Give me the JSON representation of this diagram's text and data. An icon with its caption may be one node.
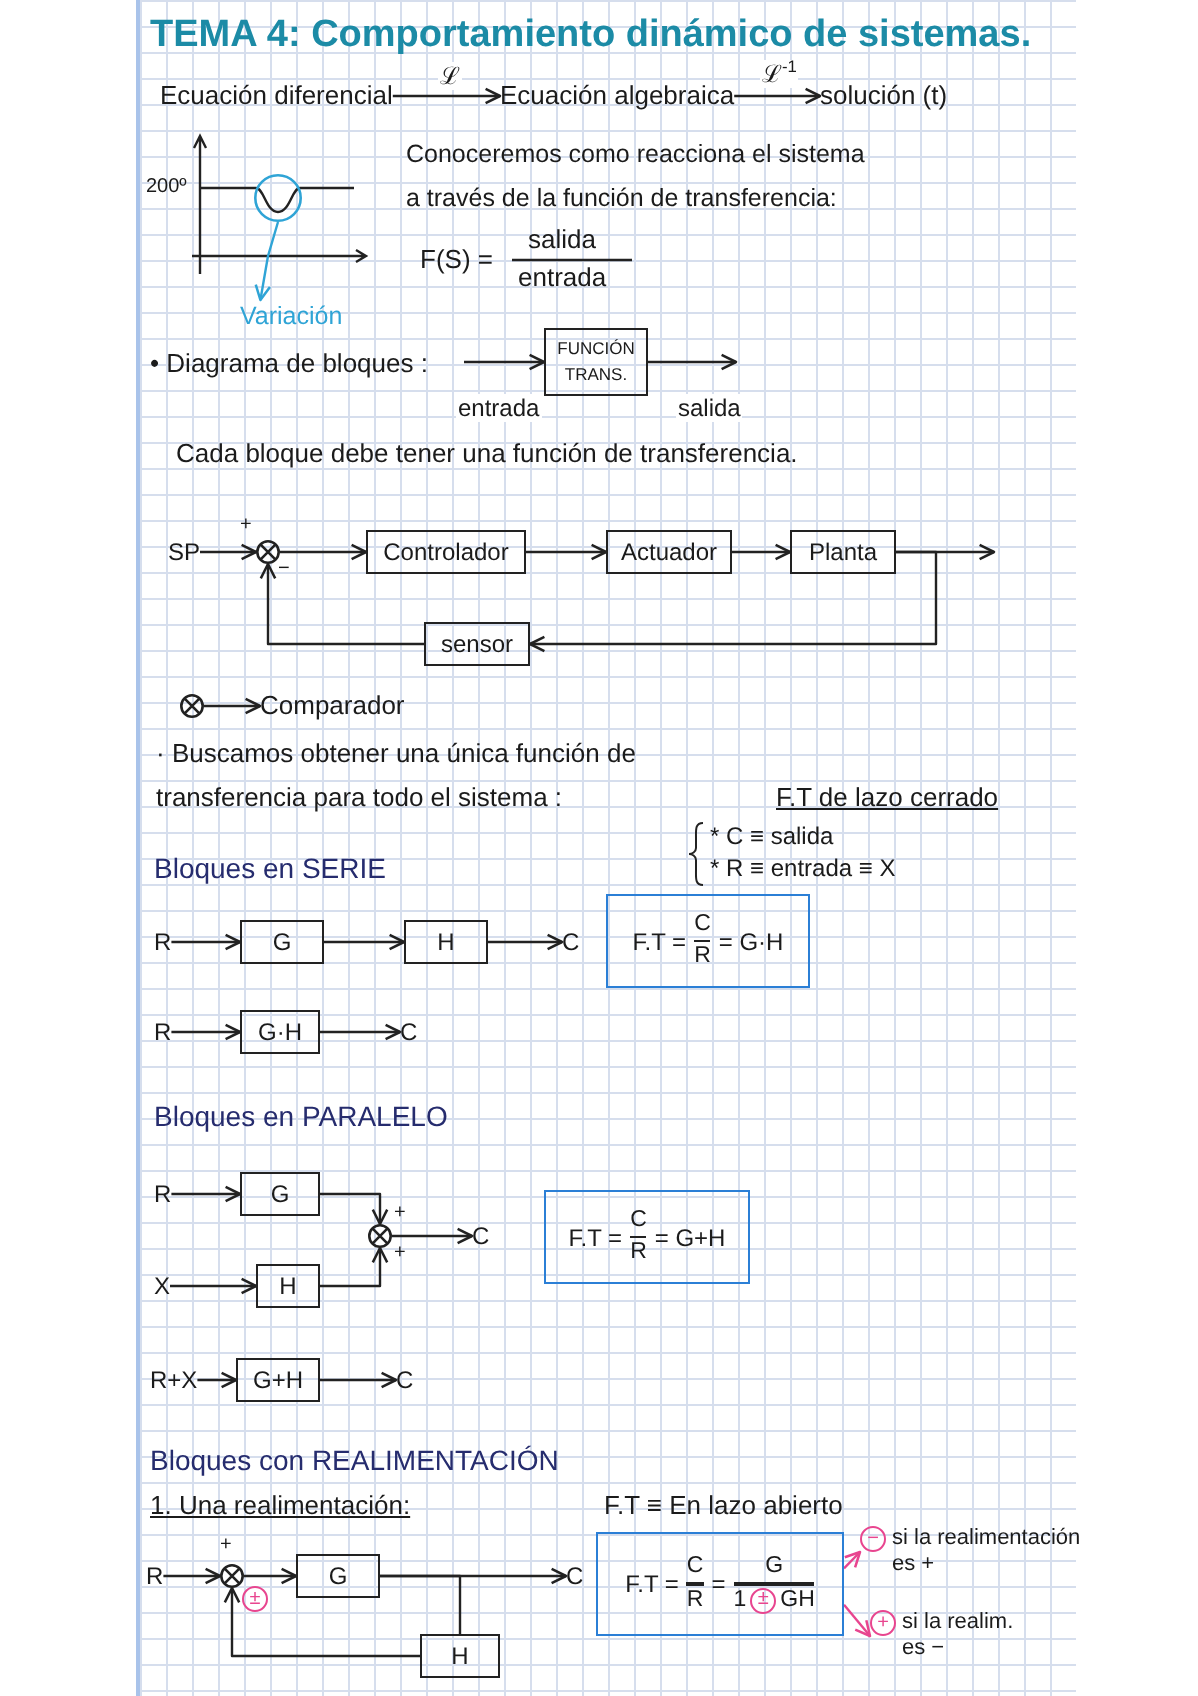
{
  "diagram": {
    "title": "TEMA 4: Comportamiento dinámico de sistemas.",
    "nodes": [
      {
        "text": [
          "Ecuación diferencial"
        ]
      },
      {
        "text": [
          "Ecuación algebraica"
        ]
      },
      {
        "text": [
          "solución (t)"
        ]
      },
      {
        "text": [],
        "shape": "circle"
      },
      {
        "text": [
          "Variación"
        ]
      },
      {
        "text": [
          "FUNCIÓN TRANS."
        ]
      },
      {
        "text": [
          "SP"
        ]
      },
      {
        "text": [],
        "shape": "circle",
        "beside": [
          "+",
          "−"
        ]
      },
      {
        "text": [
          "Controlador"
        ]
      },
      {
        "text": [
          "Actuador"
        ]
      },
      {
        "text": [
          "Planta"
        ]
      },
      {
        "text": [
          "sensor"
        ]
      },
      {
        "text": [],
        "shape": "circle"
      },
      {
        "text": [
          "Comparador"
        ]
      },
      {
        "text": [
          "R"
        ]
      },
      {
        "text": [
          "G"
        ]
      },
      {
        "text": [
          "H"
        ]
      },
      {
        "text": [
          "C"
        ]
      },
      {
        "text": [
          "F.T =",
          "C",
          "R",
          "= G·H"
        ]
      },
      {
        "text": [
          "R"
        ]
      },
      {
        "text": [
          "G·H"
        ]
      },
      {
        "text": [
          "C"
        ]
      },
      {
        "text": [
          "R"
        ]
      },
      {
        "text": [
          "G"
        ]
      },
      {
        "text": [
          "X"
        ]
      },
      {
        "text": [
          "H"
        ]
      },
      {
        "text": [],
        "shape": "circle",
        "beside": [
          "+",
          "+"
        ]
      },
      {
        "text": [
          "C"
        ]
      },
      {
        "text": [
          "F.T =",
          "C",
          "R",
          "= G+H"
        ]
      },
      {
        "text": [
          "R+X"
        ]
      },
      {
        "text": [
          "G+H"
        ]
      },
      {
        "text": [
          "C"
        ]
      },
      {
        "text": [
          "R"
        ]
      },
      {
        "text": [],
        "shape": "circle",
        "beside": [
          "+"
        ]
      },
      {
        "text": [
          "±"
        ]
      },
      {
        "text": [
          "G"
        ]
      },
      {
        "text": [
          "C"
        ]
      },
      {
        "text": [
          "H"
        ]
      },
      {
        "text": [
          "F.T =",
          "C",
          "R",
          "=",
          "G",
          "1",
          "±",
          "GH"
        ]
      },
      {
        "text": [
          "−",
          "si la realimentación es +"
        ]
      },
      {
        "text": [
          "+",
          "si la realim. es −"
        ]
      }
    ],
    "edges": [
      {
        "from": 0,
        "to": 1,
        "arrow": "to",
        "label": "ℒ"
      },
      {
        "from": 1,
        "to": 2,
        "arrow": "to",
        "label": "ℒ$^{-1}$"
      },
      {
        "from": 3,
        "to": 4,
        "arrow": "to",
        "color": "#2fa4d6"
      },
      {
        "from": null,
        "to": 5,
        "arrow": "to",
        "label": "entrada"
      },
      {
        "from": 5,
        "to": null,
        "arrow": "to",
        "label": "salida"
      },
      {
        "from": 6,
        "to": 7,
        "arrow": "to"
      },
      {
        "from": 7,
        "to": 8,
        "arrow": "to"
      },
      {
        "from": 8,
        "to": 9,
        "arrow": "to"
      },
      {
        "from": 9,
        "to": 10,
        "arrow": "to"
      },
      {
        "from": 10,
        "to": null,
        "arrow": "to"
      },
      {
        "from": 10,
        "to": 11,
        "arrow": "to"
      },
      {
        "from": 11,
        "to": 7,
        "arrow": "to"
      },
      {
        "from": 12,
        "to": 13,
        "arrow": "to"
      },
      {
        "from": 14,
        "to": 15,
        "arrow": "to"
      },
      {
        "from": 15,
        "to": 16,
        "arrow": "to"
      },
      {
        "from": 16,
        "to": 17,
        "arrow": "to"
      },
      {
        "from": 19,
        "to": 20,
        "arrow": "to"
      },
      {
        "from": 20,
        "to": 21,
        "arrow": "to"
      },
      {
        "from": 22,
        "to": 23,
        "arrow": "to"
      },
      {
        "from": 24,
        "to": 25,
        "arrow": "to"
      },
      {
        "from": 23,
        "to": 26,
        "arrow": "to"
      },
      {
        "from": 25,
        "to": 26,
        "arrow": "to"
      },
      {
        "from": 26,
        "to": 27,
        "arrow": "to"
      },
      {
        "from": 29,
        "to": 30,
        "arrow": "to"
      },
      {
        "from": 30,
        "to": 31,
        "arrow": "to"
      },
      {
        "from": 32,
        "to": 33,
        "arrow": "to"
      },
      {
        "from": 33,
        "to": 35,
        "arrow": "to"
      },
      {
        "from": 35,
        "to": 36,
        "arrow": "to"
      },
      {
        "from": 35,
        "to": 37,
        "arrow": "none"
      },
      {
        "from": 37,
        "to": 33,
        "arrow": "to"
      },
      {
        "from": 38,
        "to": 39,
        "arrow": "to",
        "color": "#e8458f"
      },
      {
        "from": 38,
        "to": 40,
        "arrow": "to",
        "color": "#e8458f"
      }
    ],
    "labels": [
      "200º",
      "Conoceremos como reacciona el sistema a través de la función de transferencia:",
      "F(S) =",
      "salida",
      "entrada",
      "• Diagrama de bloques :",
      "Cada bloque debe tener una función de transferencia.",
      "· Buscamos obtener una única función de transferencia para todo el sistema :",
      "F.T de lazo cerrado",
      "* C ≡ salida",
      "* R ≡ entrada ≡ X",
      "Bloques en SERIE",
      "Bloques en PARALELO",
      "Bloques con REALIMENTACIÓN",
      "1. Una realimentación:",
      "F.T ≡ En lazo abierto"
    ]
  }
}
